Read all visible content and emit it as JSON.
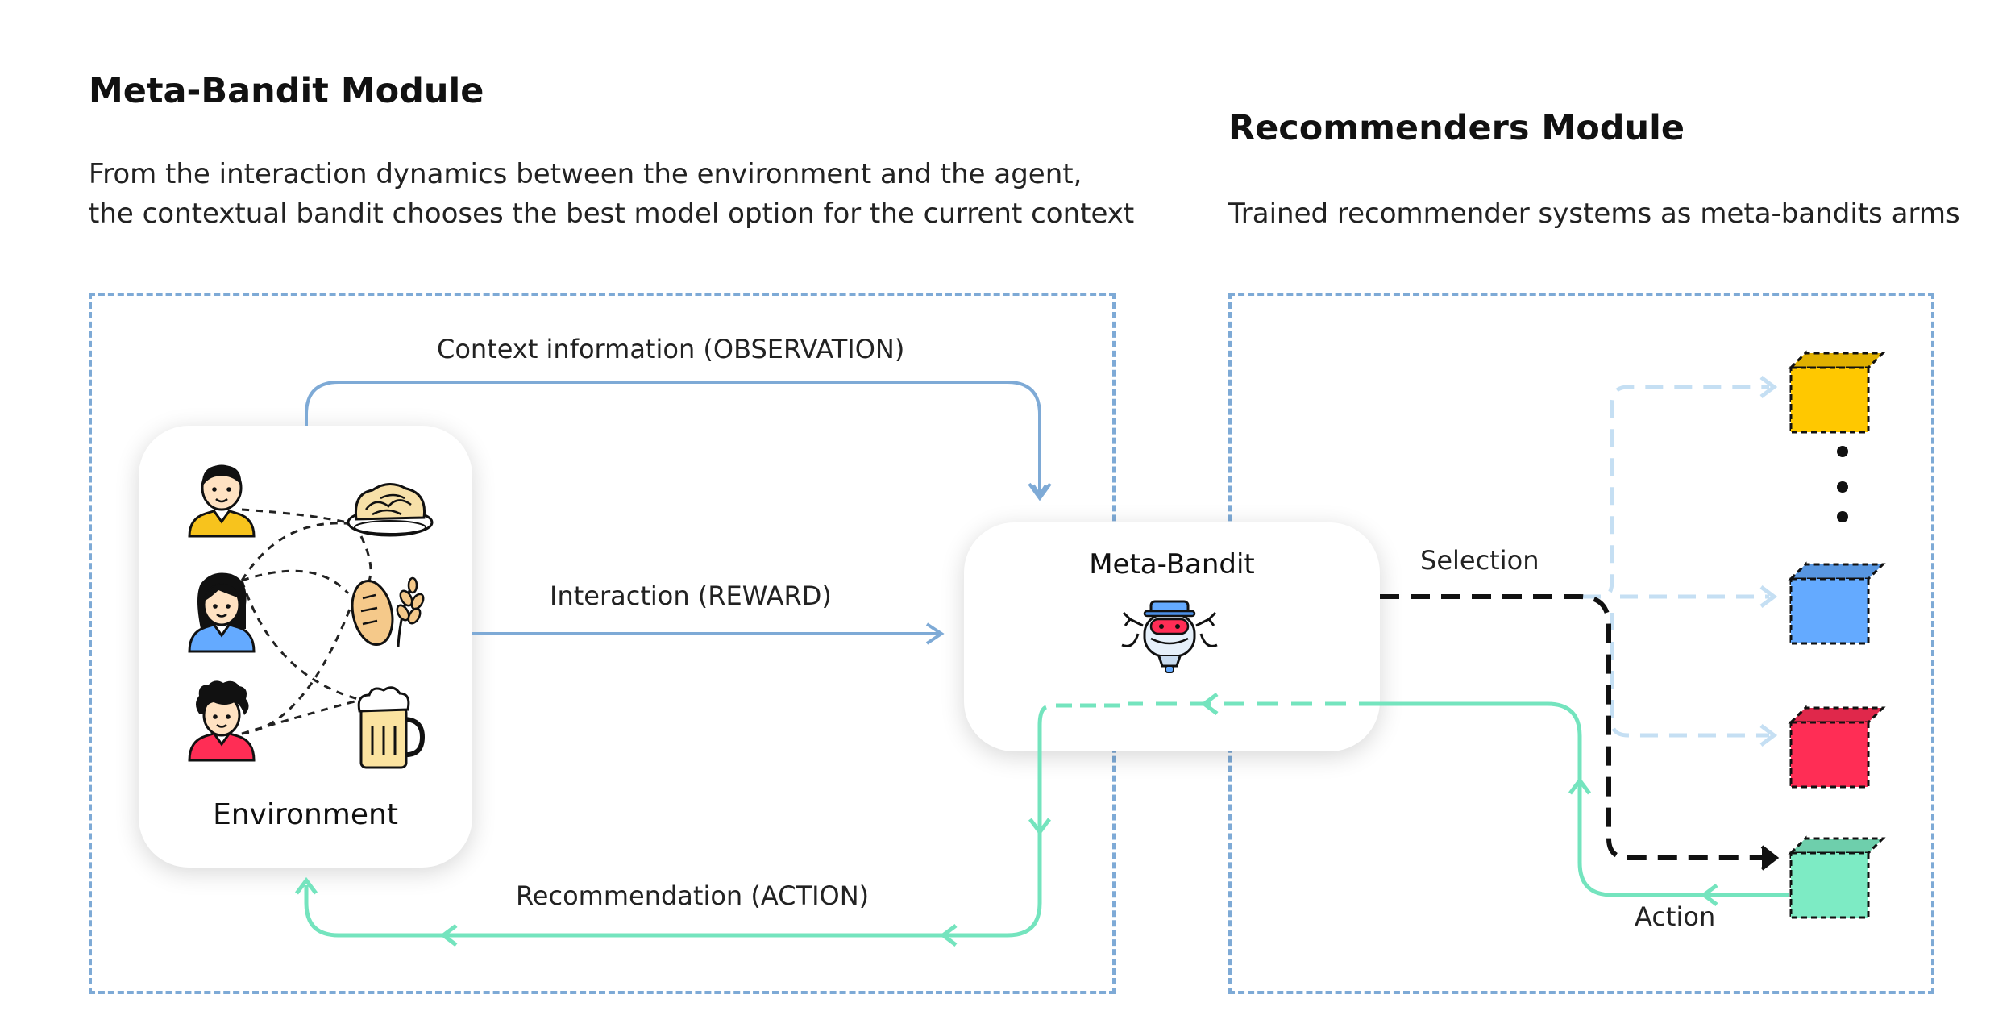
{
  "meta_bandit_module": {
    "title": "Meta-Bandit Module",
    "description_line1": "From the interaction dynamics between the environment and the agent,",
    "description_line2": "the contextual bandit chooses the best model option for the current context"
  },
  "recommenders_module": {
    "title": "Recommenders Module",
    "description": "Trained recommender systems as meta-bandits arms"
  },
  "nodes": {
    "environment": "Environment",
    "meta_bandit": "Meta-Bandit"
  },
  "edges": {
    "observation": "Context information (OBSERVATION)",
    "reward": "Interaction (REWARD)",
    "action_recommendation": "Recommendation (ACTION)",
    "selection": "Selection",
    "action": "Action"
  },
  "environment_icons": [
    "man-yellow-shirt-icon",
    "woman-blue-shirt-icon",
    "curly-hair-red-shirt-icon",
    "spaghetti-icon",
    "bread-wheat-icon",
    "beer-mug-icon"
  ],
  "recommender_arms": [
    {
      "icon": "cube-icon",
      "color": "#ffc800"
    },
    {
      "icon": "cube-icon",
      "color": "#64aaff"
    },
    {
      "icon": "cube-icon",
      "color": "#ff2d55"
    },
    {
      "icon": "cube-icon",
      "color": "#7debc4"
    }
  ],
  "colors": {
    "observation_blue": "#7eaad6",
    "action_green": "#74e4be",
    "selection_black": "#111111",
    "faded_blue": "#c5dff3",
    "module_border": "#7eaad6"
  }
}
